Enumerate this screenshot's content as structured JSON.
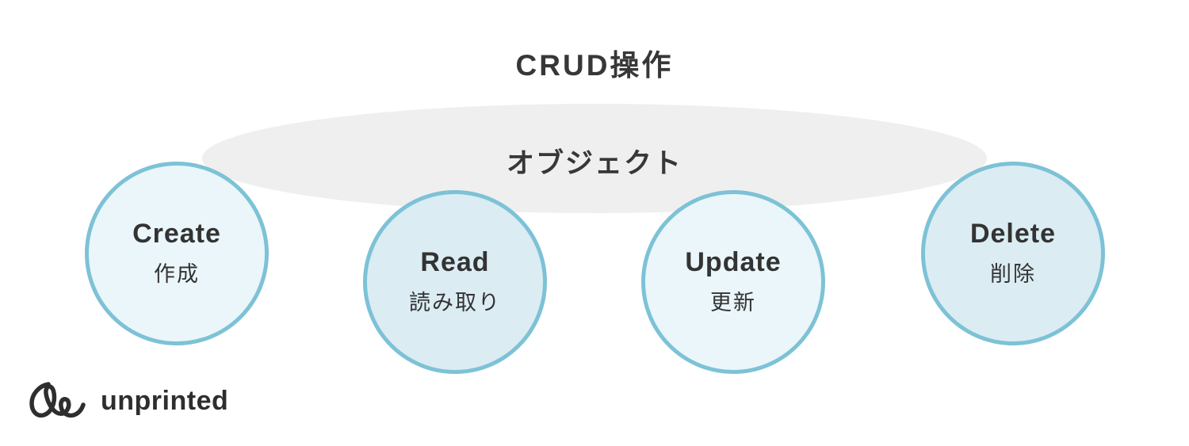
{
  "title": "CRUD操作",
  "ellipse": {
    "label": "オブジェクト",
    "fill": "#efefef"
  },
  "circles": [
    {
      "id": "create",
      "en": "Create",
      "ja": "作成"
    },
    {
      "id": "read",
      "en": "Read",
      "ja": "読み取り"
    },
    {
      "id": "update",
      "en": "Update",
      "ja": "更新"
    },
    {
      "id": "delete",
      "en": "Delete",
      "ja": "削除"
    }
  ],
  "colors": {
    "circle_border": "#7dc2d6",
    "circle_fill_light": "#eaf6fa",
    "circle_fill_mid": "#dbecf3",
    "ellipse_fill": "#efefef",
    "text": "#333333",
    "logo": "#2e2e2e"
  },
  "logo": {
    "text": "unprinted",
    "icon": "cursive-squiggle-logo-icon"
  }
}
